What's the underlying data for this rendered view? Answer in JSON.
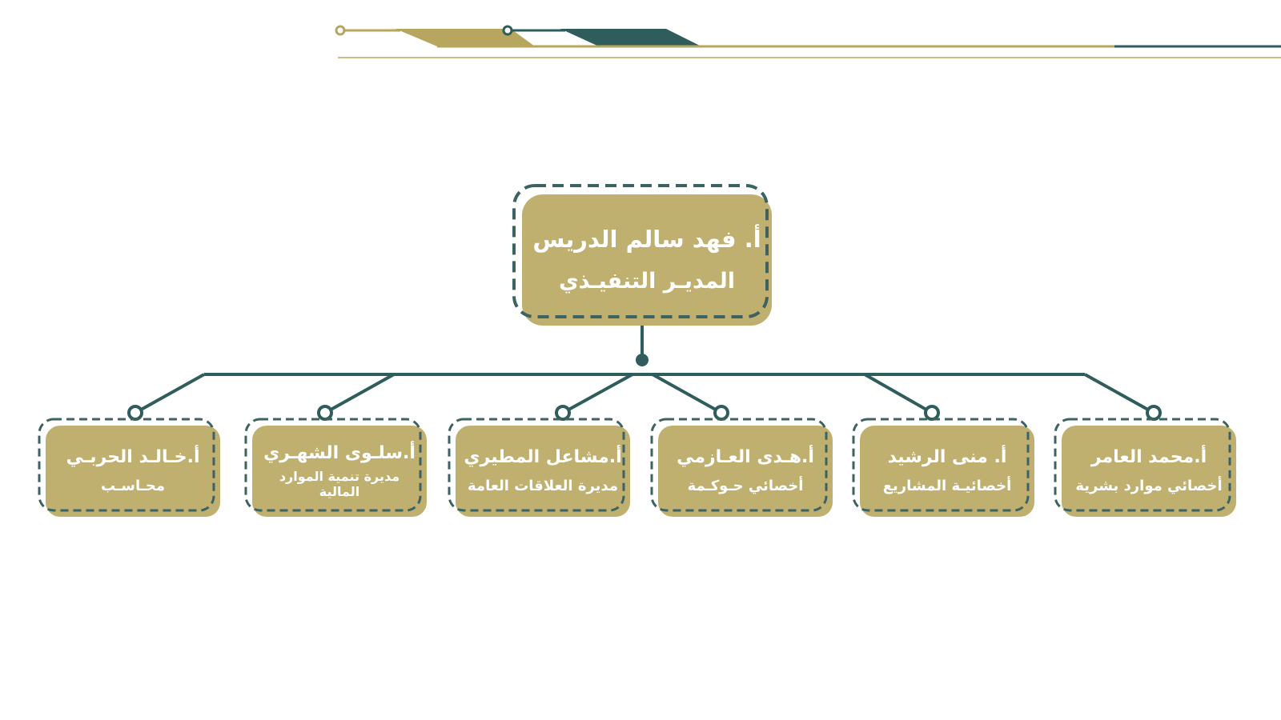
{
  "colors": {
    "gold": "#bfb06f",
    "gold_line": "#b7a65e",
    "teal": "#2f5d5c",
    "dash": "#3c6361",
    "text": "#ffffff"
  },
  "org": {
    "head": {
      "name": "أ. فهد سالم الدريس",
      "role": "المديـر التنفيـذي"
    },
    "members": [
      {
        "name": "أ.محمد العامر",
        "role": "أخصائي موارد بشرية"
      },
      {
        "name": "أ. منى الرشيد",
        "role": "أخصائيـة المشاريع"
      },
      {
        "name": "أ.هـدى العـازمي",
        "role": "أخصائي حـوكـمة"
      },
      {
        "name": "أ.مشاعل المطيري",
        "role": "مديرة العلاقات العامة"
      },
      {
        "name": "أ.سلـوى الشهـري",
        "role": "مديرة تنمية الموارد المالية"
      },
      {
        "name": "أ.خـالـد الحربـي",
        "role": "محـاسـب"
      }
    ]
  }
}
